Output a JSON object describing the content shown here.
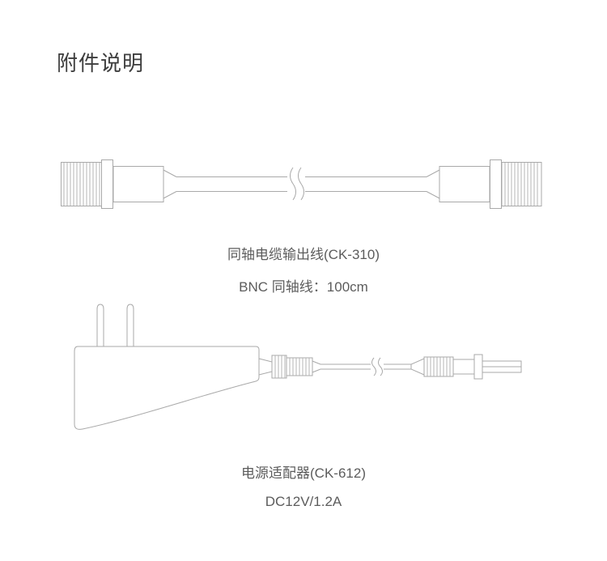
{
  "page": {
    "title": "附件说明"
  },
  "figures": {
    "coaxial_cable": {
      "name": "同轴电缆输出线(CK-310)",
      "spec": "BNC 同轴线：100cm"
    },
    "power_adapter": {
      "name": "电源适配器(CK-612)",
      "spec": "DC12V/1.2A"
    }
  },
  "colors": {
    "line": "#a9a9a9",
    "title_text": "#3d3d3d",
    "caption_text": "#5c5c5c",
    "background": "#ffffff"
  }
}
